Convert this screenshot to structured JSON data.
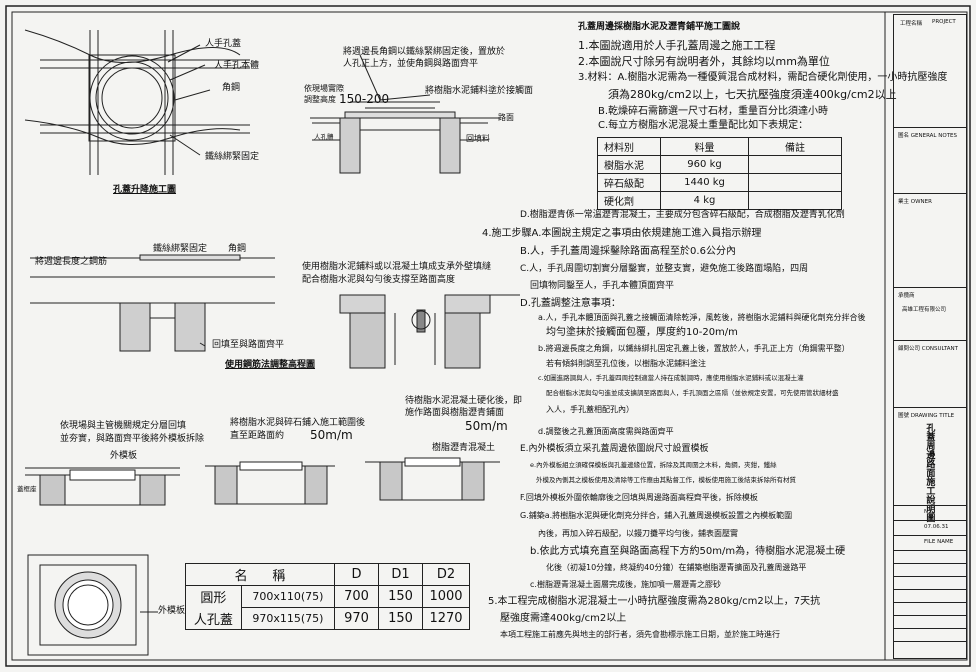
{
  "sheet_title": "孔蓋周邊採樹脂水泥及瀝青鋪平施工圖說",
  "general_notes": [
    "1.本圖說適用於人手孔蓋周邊之施工工程",
    "2.本圖說尺寸除另有說明者外，其餘均以mm為單位",
    "3.材料：A.樹脂水泥需為一種優質混合成材料，需配合硬化劑使用，一小時抗壓強度",
    "須為280kg/cm2以上，七天抗壓強度須達400kg/cm2以上",
    "B.乾燥碎石需篩選一尺寸石材，重量百分比須達小時",
    "C.每立方樹脂水泥混凝土重量配比如下表規定："
  ],
  "material_table": {
    "headers": [
      "材料別",
      "料量",
      "備註"
    ],
    "rows": [
      [
        "樹脂水泥",
        "960 kg",
        ""
      ],
      [
        "碎石級配",
        "1440 kg",
        ""
      ],
      [
        "硬化劑",
        "4 kg",
        ""
      ]
    ]
  },
  "note_d": "D.樹脂瀝青係一常溫瀝青混凝土，主要成分包含碎石級配，合成樹脂及瀝青乳化劑",
  "step4_title": "4.施工步驟A.本圖說主規定之事項由依規建施工進入員指示辦理",
  "steps_bc": [
    "B.人，手孔蓋周邊採鑿除路面高程至於0.6公分內",
    "C.人，手孔周圍切割實分層鑿實，並整支實，避免施工後路面塌陷，四周",
    "回填物同鑿至人，手孔本體頂面齊平"
  ],
  "step_d_title": "D.孔蓋調整注意事項：",
  "step_d_items": [
    "a.人，手孔本體頂面與孔蓋之接觸面清除乾淨，風乾後，將樹脂水泥鋪料與硬化劑充分拌合後",
    "均勻塗抹於接觸面包覆，厚度約10-20m/m",
    "b.將週邊長度之角鋼，以鐵絲綁扎固定孔蓋上後，置放於人，手孔正上方（角鋼需平整）",
    "若有傾斜則調至孔位後，以樹脂水泥鋪料塗注",
    "c.如圖進路調與人，手孔蓋四周控制適當人持在成製調時，應使用樹脂水泥鋪料或以混凝土灌",
    "配合樹脂水泥與勾勻進並成支擴調至路面與人，手孔頂面之區隔（並依規定安置，可先使用管狀細材盛",
    "入人，手孔蓋相配孔內）",
    "d.調整後之孔蓋頂面高度需與路面齊平"
  ],
  "step_e": [
    "E.內外模板須立采孔蓋周邊依圖說尺寸設置模板",
    "e.內外模板組立須確保模板與孔蓋邊緣位置，拆除及其周圍之木料，角鋼，夾鉗，鐵絲",
    "外模及內側其之模板使用及清除等工作應由其點督工作，模板使用施工後結束拆除所有材質"
  ],
  "step_f": "F.回填外模板外圍依輪廓後之回填與周邊路面高程齊平後，拆除模板",
  "step_g": [
    "G.鋪築a.將樹脂水泥與硬化劑充分拌合，鋪入孔蓋周邊模板設置之內模板範圍",
    "內後，再加入碎石級配，以鏝刀攤平均勻後，鋪表面壓實",
    "b.依此方式填充直至與路面高程下方約50m/m為，待樹脂水泥混凝土硬",
    "化後（初凝10分鐘，終凝約40分鐘）在鋪築樹脂瀝青擴面及孔蓋周邊路平",
    "c.樹脂瀝青混凝土面層完成後，施加噴一層瀝青之膠砂"
  ],
  "note5": [
    "5.本工程完成樹脂水泥混凝土一小時抗壓強度需為280kg/cm2以上，7天抗",
    "壓強度需達400kg/cm2以上",
    "本項工程施工前應先與地主的部行者，須先會勘標示施工日期，並於施工時進行"
  ],
  "fig1": {
    "caption": "孔蓋升降施工圖",
    "labels": [
      "人手孔蓋",
      "人手孔本體",
      "角鋼",
      "鐵絲綁緊固定"
    ]
  },
  "fig2": {
    "top_note": [
      "將週邊長角鋼以鐵絲緊綁固定後，置放於",
      "人孔正上方，並使角鋼與路面齊平"
    ],
    "left_note": [
      "依現場實際",
      "調整高度",
      "150-200"
    ],
    "labels": [
      "將樹脂水泥鋪料塗於接觸面",
      "路面",
      "人孔體",
      "回填料"
    ]
  },
  "fig3": {
    "labels": [
      "鐵絲綁緊固定",
      "角鋼",
      "將週邊長度之鋼筋",
      "回填至與路面齊平"
    ],
    "caption": "使用鋼筋法調整高程圖"
  },
  "fig4": {
    "labels": [
      "使用樹脂水泥鋪料或以混凝土填成支承外壁填縫",
      "配合樹脂水泥與勾勻後支撐至路面高度"
    ]
  },
  "fig5": {
    "labels": [
      "依現場與主管機關規定分層回填",
      "並夯實，與路面齊平後將外模板拆除",
      "外模板",
      "蓋框座"
    ]
  },
  "fig6": {
    "labels": [
      "將樹脂水泥與碎石鋪入施工範圍後",
      "直至距路面約",
      "50m/m"
    ]
  },
  "fig7": {
    "labels": [
      "待樹脂水泥混凝土硬化後，即",
      "施作路面與樹脂瀝青鋪面",
      "50m/m",
      "樹脂瀝青混凝土"
    ]
  },
  "fig8": {
    "labels": [
      "外模板"
    ]
  },
  "dim_table": {
    "header": [
      "名",
      "稱",
      "D",
      "D1",
      "D2"
    ],
    "rows": [
      [
        "圓形",
        "700x110(75)",
        "700",
        "150",
        "1000"
      ],
      [
        "人孔蓋",
        "970x115(75)",
        "970",
        "150",
        "1270"
      ]
    ]
  },
  "title_block": {
    "header_left": "工程名稱",
    "header_right": "PROJECT",
    "rows": [
      "圖名 GENERAL NOTES",
      "業主 OWNER",
      "承攬商",
      "顧問公司 CONSULTANT",
      "圖號 DRAWING TITLE"
    ],
    "company": "高雄工程有限公司",
    "drawing_title_vertical": "孔蓋周邊路面施工說明圖",
    "scale": "N.S",
    "date": "07.06.31",
    "sheet_no": "FILE NAME"
  }
}
